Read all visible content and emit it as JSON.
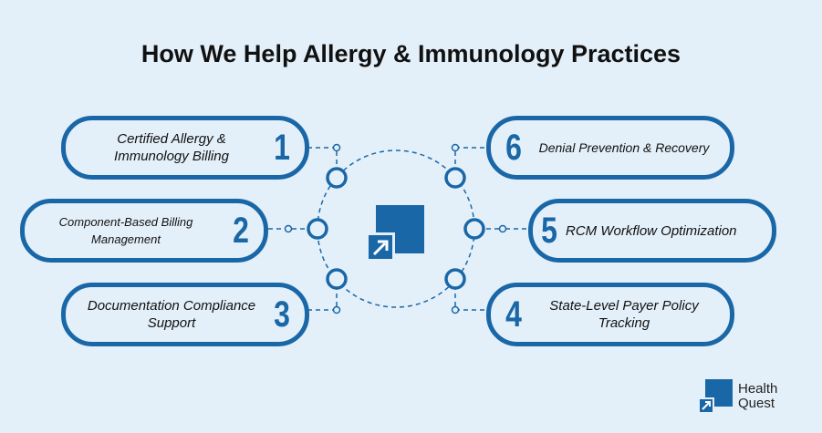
{
  "title": "How We Help Allergy & Immunology Practices",
  "items": [
    {
      "number": "1",
      "label": "Certified Allergy & Immunology Billing"
    },
    {
      "number": "2",
      "label": "Component-Based Billing Management"
    },
    {
      "number": "3",
      "label": "Documentation Compliance Support"
    },
    {
      "number": "4",
      "label": "State-Level Payer Policy Tracking"
    },
    {
      "number": "5",
      "label": "RCM Workflow Optimization"
    },
    {
      "number": "6",
      "label": "Denial Prevention & Recovery"
    }
  ],
  "brand": {
    "line1": "Health",
    "line2": "Quest"
  },
  "colors": {
    "accent": "#1a67a8",
    "background": "#e4f0f9"
  }
}
